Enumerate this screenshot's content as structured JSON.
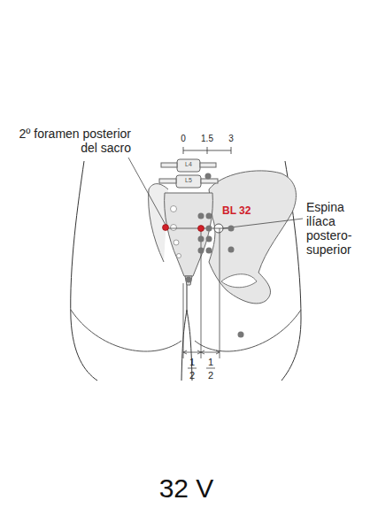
{
  "diagram": {
    "caption": "32 V",
    "labels": [
      "2º foramen posterior del sacro",
      "Espina ilíaca postero-superior",
      "BL 32",
      "0",
      "1.5",
      "3",
      "L4",
      "L5",
      "1",
      "2",
      "1",
      "2"
    ]
  }
}
